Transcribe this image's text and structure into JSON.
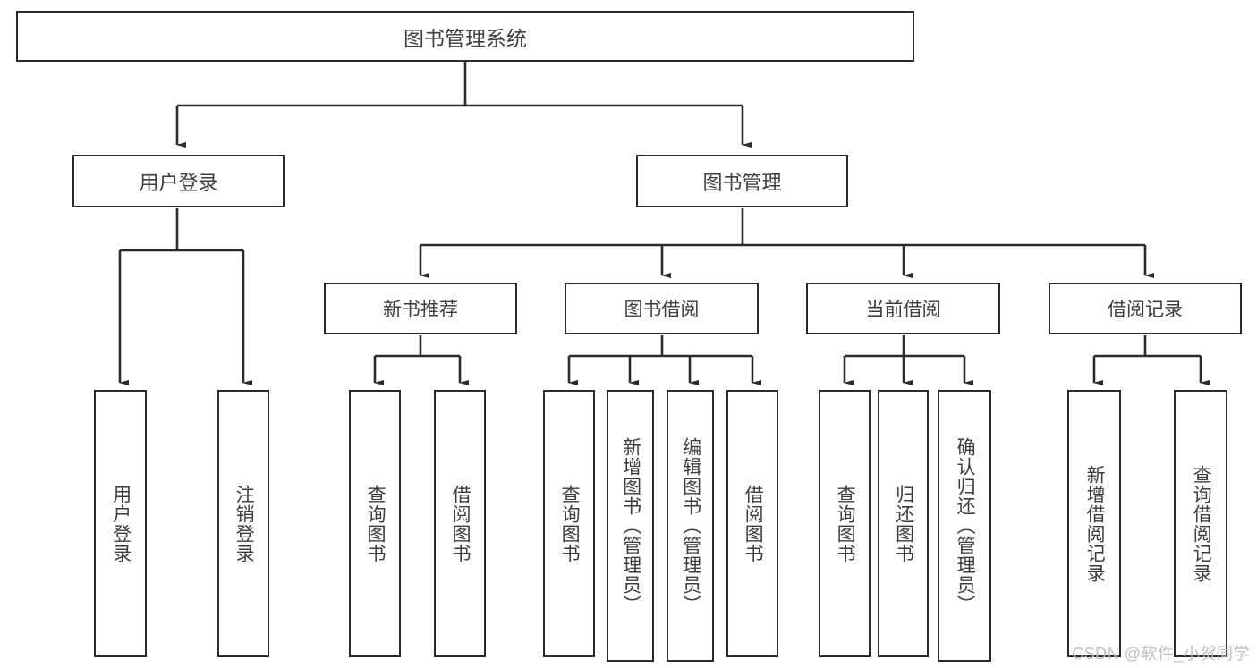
{
  "diagram": {
    "title": "图书管理系统",
    "type": "tree-hierarchy-chart",
    "root": {
      "label": "图书管理系统"
    },
    "level2": [
      {
        "label": "用户登录"
      },
      {
        "label": "图书管理"
      }
    ],
    "level3": [
      {
        "label": "新书推荐"
      },
      {
        "label": "图书借阅"
      },
      {
        "label": "当前借阅"
      },
      {
        "label": "借阅记录"
      }
    ],
    "leaves": [
      {
        "label": "用户登录"
      },
      {
        "label": "注销登录"
      },
      {
        "label": "查询图书"
      },
      {
        "label": "借阅图书"
      },
      {
        "label": "查询图书"
      },
      {
        "label": "新增图书（管理员）"
      },
      {
        "label": "编辑图书（管理员）"
      },
      {
        "label": "借阅图书"
      },
      {
        "label": "查询图书"
      },
      {
        "label": "归还图书"
      },
      {
        "label": "确认归还（管理员）"
      },
      {
        "label": "新增借阅记录"
      },
      {
        "label": "查询借阅记录"
      }
    ]
  },
  "watermark": {
    "text": "CSDN @软件_小贺同学"
  },
  "colors": {
    "border": "#2b2b2b",
    "text": "#3d3d3d",
    "background": "#ffffff",
    "watermark": "#bdbdbd"
  }
}
